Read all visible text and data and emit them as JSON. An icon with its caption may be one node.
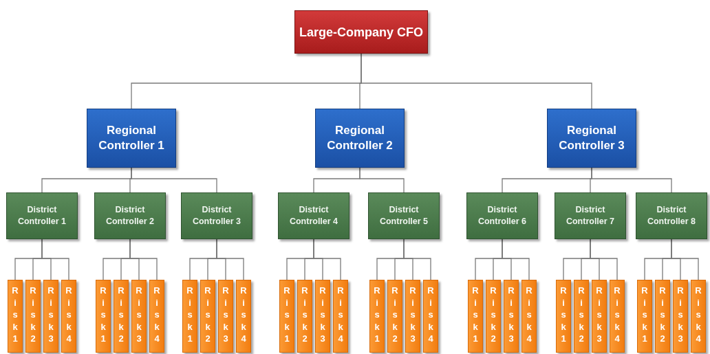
{
  "diagram": {
    "nodes": [
      {
        "text": [
          "Large-Company CFO"
        ]
      },
      {
        "text": [
          "Regional Controller 1"
        ]
      },
      {
        "text": [
          "Regional Controller 2"
        ]
      },
      {
        "text": [
          "Regional Controller 3"
        ]
      },
      {
        "text": [
          "District Controller 1"
        ]
      },
      {
        "text": [
          "District Controller 2"
        ]
      },
      {
        "text": [
          "District Controller 3"
        ]
      },
      {
        "text": [
          "District Controller 4"
        ]
      },
      {
        "text": [
          "District Controller 5"
        ]
      },
      {
        "text": [
          "District Controller 6"
        ]
      },
      {
        "text": [
          "District Controller 7"
        ]
      },
      {
        "text": [
          "District Controller 8"
        ]
      },
      {
        "text": [
          "Risk1"
        ]
      },
      {
        "text": [
          "Risk2"
        ]
      },
      {
        "text": [
          "Risk3"
        ]
      },
      {
        "text": [
          "Risk4"
        ]
      },
      {
        "text": [
          "Risk1"
        ]
      },
      {
        "text": [
          "Risk2"
        ]
      },
      {
        "text": [
          "Risk3"
        ]
      },
      {
        "text": [
          "Risk4"
        ]
      },
      {
        "text": [
          "Risk1"
        ]
      },
      {
        "text": [
          "Risk2"
        ]
      },
      {
        "text": [
          "Risk3"
        ]
      },
      {
        "text": [
          "Risk4"
        ]
      },
      {
        "text": [
          "Risk1"
        ]
      },
      {
        "text": [
          "Risk2"
        ]
      },
      {
        "text": [
          "Risk3"
        ]
      },
      {
        "text": [
          "Risk4"
        ]
      },
      {
        "text": [
          "Risk1"
        ]
      },
      {
        "text": [
          "Risk2"
        ]
      },
      {
        "text": [
          "Risk3"
        ]
      },
      {
        "text": [
          "Risk4"
        ]
      },
      {
        "text": [
          "Risk1"
        ]
      },
      {
        "text": [
          "Risk2"
        ]
      },
      {
        "text": [
          "Risk3"
        ]
      },
      {
        "text": [
          "Risk4"
        ]
      },
      {
        "text": [
          "Risk1"
        ]
      },
      {
        "text": [
          "Risk2"
        ]
      },
      {
        "text": [
          "Risk3"
        ]
      },
      {
        "text": [
          "Risk4"
        ]
      },
      {
        "text": [
          "Risk1"
        ]
      },
      {
        "text": [
          "Risk2"
        ]
      },
      {
        "text": [
          "Risk3"
        ]
      },
      {
        "text": [
          "Risk4"
        ]
      }
    ],
    "edges": [
      {
        "from": 0,
        "to": 1,
        "arrow": "none"
      },
      {
        "from": 0,
        "to": 2,
        "arrow": "none"
      },
      {
        "from": 0,
        "to": 3,
        "arrow": "none"
      },
      {
        "from": 1,
        "to": 4,
        "arrow": "none"
      },
      {
        "from": 1,
        "to": 5,
        "arrow": "none"
      },
      {
        "from": 1,
        "to": 6,
        "arrow": "none"
      },
      {
        "from": 2,
        "to": 7,
        "arrow": "none"
      },
      {
        "from": 2,
        "to": 8,
        "arrow": "none"
      },
      {
        "from": 3,
        "to": 9,
        "arrow": "none"
      },
      {
        "from": 3,
        "to": 10,
        "arrow": "none"
      },
      {
        "from": 3,
        "to": 11,
        "arrow": "none"
      },
      {
        "from": 4,
        "to": 12,
        "arrow": "none"
      },
      {
        "from": 4,
        "to": 13,
        "arrow": "none"
      },
      {
        "from": 4,
        "to": 14,
        "arrow": "none"
      },
      {
        "from": 4,
        "to": 15,
        "arrow": "none"
      },
      {
        "from": 5,
        "to": 16,
        "arrow": "none"
      },
      {
        "from": 5,
        "to": 17,
        "arrow": "none"
      },
      {
        "from": 5,
        "to": 18,
        "arrow": "none"
      },
      {
        "from": 5,
        "to": 19,
        "arrow": "none"
      },
      {
        "from": 6,
        "to": 20,
        "arrow": "none"
      },
      {
        "from": 6,
        "to": 21,
        "arrow": "none"
      },
      {
        "from": 6,
        "to": 22,
        "arrow": "none"
      },
      {
        "from": 6,
        "to": 23,
        "arrow": "none"
      },
      {
        "from": 7,
        "to": 24,
        "arrow": "none"
      },
      {
        "from": 7,
        "to": 25,
        "arrow": "none"
      },
      {
        "from": 7,
        "to": 26,
        "arrow": "none"
      },
      {
        "from": 7,
        "to": 27,
        "arrow": "none"
      },
      {
        "from": 8,
        "to": 28,
        "arrow": "none"
      },
      {
        "from": 8,
        "to": 29,
        "arrow": "none"
      },
      {
        "from": 8,
        "to": 30,
        "arrow": "none"
      },
      {
        "from": 8,
        "to": 31,
        "arrow": "none"
      },
      {
        "from": 9,
        "to": 32,
        "arrow": "none"
      },
      {
        "from": 9,
        "to": 33,
        "arrow": "none"
      },
      {
        "from": 9,
        "to": 34,
        "arrow": "none"
      },
      {
        "from": 9,
        "to": 35,
        "arrow": "none"
      },
      {
        "from": 10,
        "to": 36,
        "arrow": "none"
      },
      {
        "from": 10,
        "to": 37,
        "arrow": "none"
      },
      {
        "from": 10,
        "to": 38,
        "arrow": "none"
      },
      {
        "from": 10,
        "to": 39,
        "arrow": "none"
      },
      {
        "from": 11,
        "to": 40,
        "arrow": "none"
      },
      {
        "from": 11,
        "to": 41,
        "arrow": "none"
      },
      {
        "from": 11,
        "to": 42,
        "arrow": "none"
      },
      {
        "from": 11,
        "to": 43,
        "arrow": "none"
      }
    ]
  }
}
